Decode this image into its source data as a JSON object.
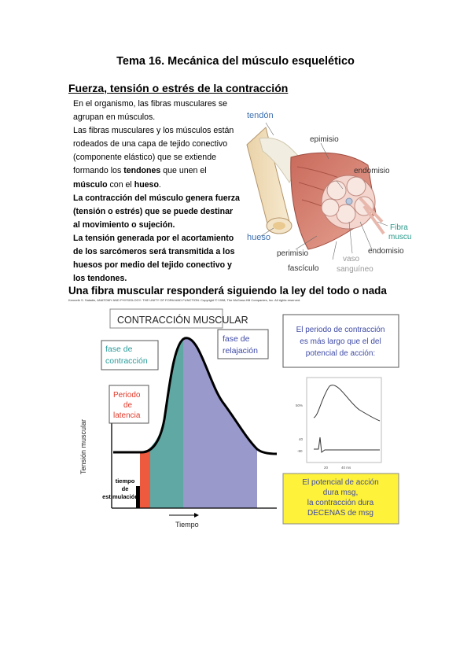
{
  "page": {
    "title": "Tema 16. Mecánica del músculo esquelético",
    "section_heading": "Fuerza, tensión o estrés de la contracción",
    "paragraphs": {
      "p1": "En el organismo, las fibras musculares se agrupan en músculos.",
      "p2_a": "Las fibras musculares y los músculos están rodeados de una capa de tejido conectivo (componente elástico) que se extiende formando los ",
      "p2_b": "tendones",
      "p2_c": " que unen el ",
      "p2_d": "músculo",
      "p2_e": " con el ",
      "p2_f": "hueso",
      "p2_g": ".",
      "p3": "La contracción del músculo genera fuerza (tensión o estrés) que se puede destinar al movimiento o sujeción.",
      "p4": "La tensión generada por el acortamiento de los sarcómeros será transmitida a los huesos por medio del tejido conectivo y los tendones."
    },
    "subtitle": "Una fibra muscular responderá siguiendo la ley del todo o nada",
    "figure_credit": "Kenneth S. Saladin, ANATOMY AND PHYSIOLOGY: THE UNITY OF FORM AND FUNCTION. Copyright © 1998, The McGraw-Hill Companies, Inc. All rights reserved."
  },
  "muscle_figure": {
    "tendon": "tendón",
    "epimisio": "epimisio",
    "endomisio_top": "endomisio",
    "hueso": "hueso",
    "perimisio": "perimisio",
    "fasciculo": "fascículo",
    "vaso": "vaso",
    "sanguineo": "sanguíneo",
    "fibra": "Fibra",
    "muscular": "muscular",
    "endomisio_bottom": "endomisio"
  },
  "contraction_figure": {
    "header": "CONTRACCIÓN MUSCULAR",
    "fase_contraccion_1": "fase de",
    "fase_contraccion_2": "contracción",
    "fase_relajacion_1": "fase de",
    "fase_relajacion_2": "relajación",
    "latencia_1": "Periodo",
    "latencia_2": "de",
    "latencia_3": "latencia",
    "ylabel": "Tensión muscular",
    "xlabel": "Tiempo",
    "estimulo_1": "tiempo",
    "estimulo_2": "de",
    "estimulo_3": "estimulación",
    "note_top_1": "El periodo de contracción",
    "note_top_2": "es más largo que el del",
    "note_top_3": "potencial de acción:",
    "note_bottom_1": "El potencial de acción",
    "note_bottom_2": "dura msg,",
    "note_bottom_3": "la contracción dura",
    "note_bottom_4": "DECENAS de msg",
    "inset_y1": "50%",
    "inset_y2": "40",
    "inset_y3": "-80",
    "inset_x1": "20",
    "inset_x2": "40 ms",
    "colors": {
      "latency": "#ee5a3d",
      "contraction": "#5fa8a4",
      "relaxation": "#9999cc",
      "teal_text": "#2a9a9a",
      "blue_text": "#3e4aa6",
      "red_text": "#e03a2a",
      "note_yellow": "#fff23a"
    }
  }
}
